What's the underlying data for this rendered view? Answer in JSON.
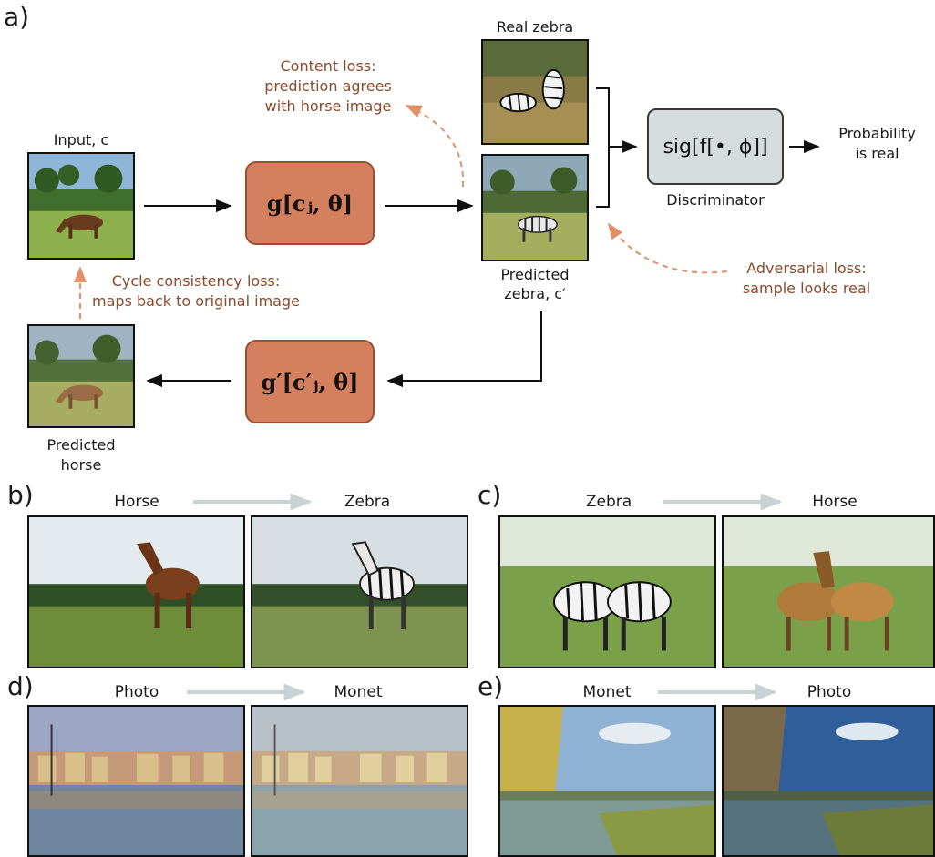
{
  "panels": {
    "a": {
      "label": "a)",
      "input_caption": "Input, c",
      "real_zebra_caption": "Real zebra",
      "predicted_zebra_caption": [
        "Predicted",
        "zebra, c′"
      ],
      "predicted_horse_caption": [
        "Predicted",
        "horse"
      ],
      "generator_1": "g[cⱼ, θ]",
      "generator_2": "g′[c′ⱼ, θ]",
      "discriminator_box": "sig[f[•, ϕ]]",
      "discriminator_caption": "Discriminator",
      "output_caption": [
        "Probability",
        "is real"
      ],
      "content_loss": [
        "Content loss:",
        "prediction agrees",
        "with horse image"
      ],
      "adversarial_loss": [
        "Adversarial loss:",
        "sample looks real"
      ],
      "cycle_loss": [
        "Cycle consistency loss:",
        "maps back to original image"
      ]
    },
    "b": {
      "label": "b)",
      "from": "Horse",
      "to": "Zebra"
    },
    "c": {
      "label": "c)",
      "from": "Zebra",
      "to": "Horse"
    },
    "d": {
      "label": "d)",
      "from": "Photo",
      "to": "Monet"
    },
    "e": {
      "label": "e)",
      "from": "Monet",
      "to": "Photo"
    }
  },
  "colors": {
    "generator_fill": "#d4805f",
    "discriminator_fill": "#d6dcde",
    "loss_text": "#8a4a2b",
    "loss_arrow": "#e0916a",
    "transfer_arrow": "#c9d3d6"
  }
}
